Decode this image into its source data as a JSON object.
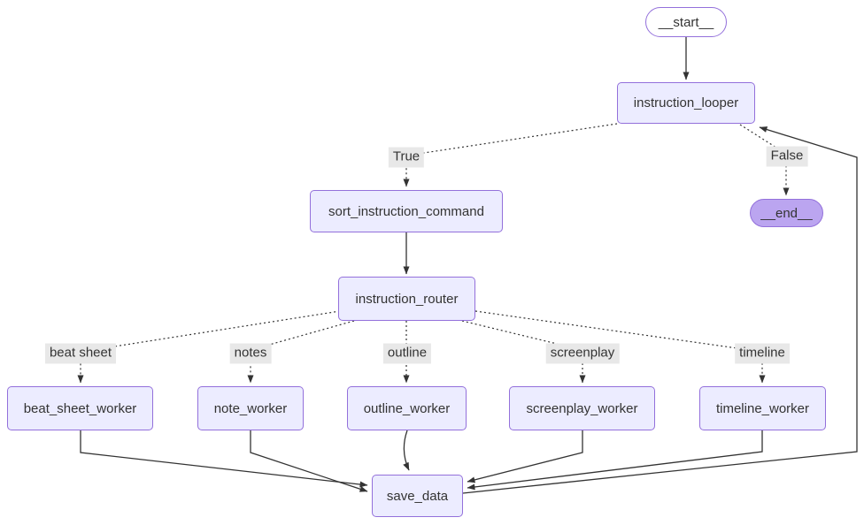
{
  "diagram": {
    "type": "flowchart",
    "nodes": {
      "start": "__start__",
      "instruction_looper": "instruction_looper",
      "sort_instruction_command": "sort_instruction_command",
      "end": "__end__",
      "instruction_router": "instruction_router",
      "beat_sheet_worker": "beat_sheet_worker",
      "note_worker": "note_worker",
      "outline_worker": "outline_worker",
      "screenplay_worker": "screenplay_worker",
      "timeline_worker": "timeline_worker",
      "save_data": "save_data"
    },
    "edge_labels": {
      "true": "True",
      "false": "False",
      "beat_sheet": "beat sheet",
      "notes": "notes",
      "outline": "outline",
      "screenplay": "screenplay",
      "timeline": "timeline"
    },
    "edges": [
      {
        "from": "__start__",
        "to": "instruction_looper",
        "style": "solid"
      },
      {
        "from": "instruction_looper",
        "to": "sort_instruction_command",
        "label": "True",
        "style": "dotted"
      },
      {
        "from": "instruction_looper",
        "to": "__end__",
        "label": "False",
        "style": "dotted"
      },
      {
        "from": "sort_instruction_command",
        "to": "instruction_router",
        "style": "solid"
      },
      {
        "from": "instruction_router",
        "to": "beat_sheet_worker",
        "label": "beat sheet",
        "style": "dotted"
      },
      {
        "from": "instruction_router",
        "to": "note_worker",
        "label": "notes",
        "style": "dotted"
      },
      {
        "from": "instruction_router",
        "to": "outline_worker",
        "label": "outline",
        "style": "dotted"
      },
      {
        "from": "instruction_router",
        "to": "screenplay_worker",
        "label": "screenplay",
        "style": "dotted"
      },
      {
        "from": "instruction_router",
        "to": "timeline_worker",
        "label": "timeline",
        "style": "dotted"
      },
      {
        "from": "beat_sheet_worker",
        "to": "save_data",
        "style": "solid"
      },
      {
        "from": "note_worker",
        "to": "save_data",
        "style": "solid"
      },
      {
        "from": "outline_worker",
        "to": "save_data",
        "style": "solid"
      },
      {
        "from": "screenplay_worker",
        "to": "save_data",
        "style": "solid"
      },
      {
        "from": "timeline_worker",
        "to": "save_data",
        "style": "solid"
      },
      {
        "from": "save_data",
        "to": "instruction_looper",
        "style": "solid"
      }
    ],
    "colors": {
      "node_fill": "#ECECFF",
      "node_border": "#9370DB",
      "start_fill": "#FFFFFF",
      "end_fill": "#BBA5F0",
      "edge": "#333333",
      "label_bg": "#E8E8E8",
      "text": "#333333"
    }
  }
}
